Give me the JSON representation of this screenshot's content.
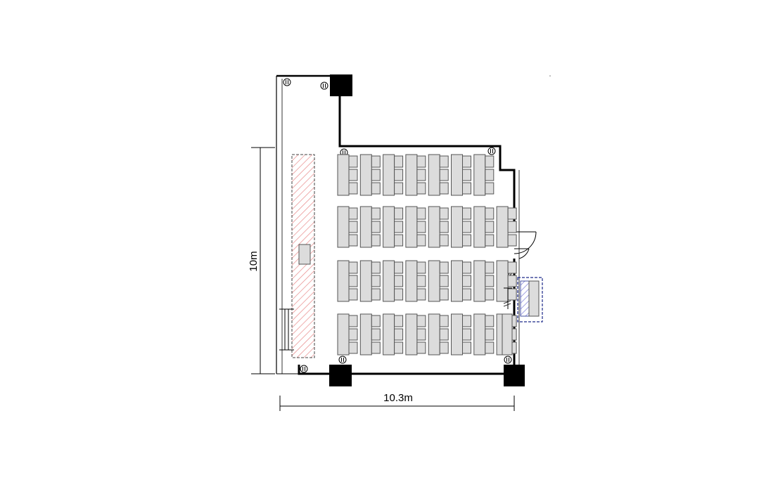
{
  "dimensions": {
    "width_label": "10.3m",
    "height_label": "10m"
  },
  "colors": {
    "wall": "#000000",
    "column": "#000000",
    "desk_fill": "#dcdcdc",
    "desk_stroke": "#555555",
    "stage_hatch": "#e88a8a",
    "stage_border": "#444444",
    "podium_hatch": "#7a7ad6",
    "podium_border": "#1d2a8a"
  },
  "layout": {
    "desk_rows": 4,
    "desk_columns": [
      7,
      8,
      8,
      8
    ]
  }
}
